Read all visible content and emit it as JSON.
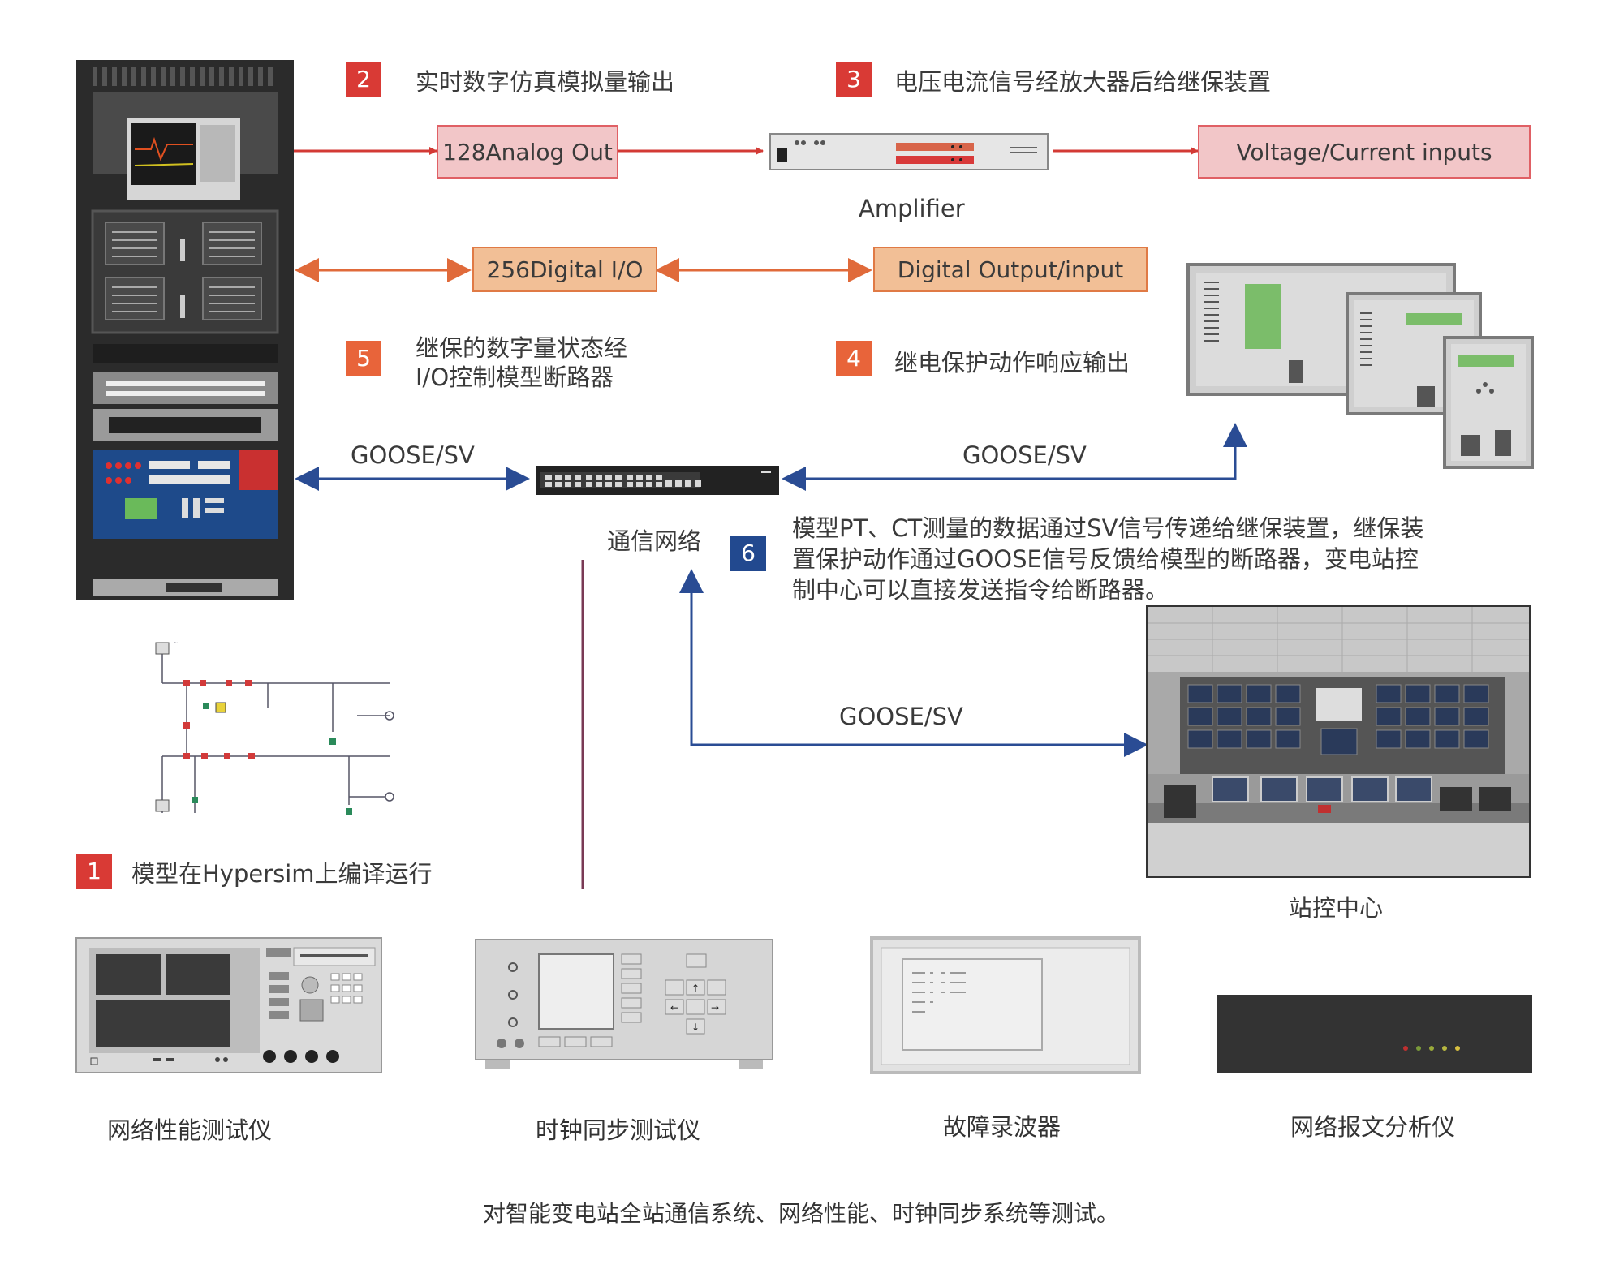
{
  "colors": {
    "step_red": "#d93a35",
    "step_orange": "#e8643a",
    "step_blue": "#22498f",
    "analog_box_fill": "#f2c6c8",
    "analog_box_border": "#e06065",
    "digital_box_fill": "#f2bf96",
    "digital_box_border": "#e07a45",
    "arrow_red": "#d33a35",
    "arrow_orange": "#e06a3a",
    "arrow_blue": "#2a4c94",
    "divider": "#7a3a55"
  },
  "steps": [
    {
      "num": "1",
      "text": "模型在Hypersim上编译运行",
      "color": "red"
    },
    {
      "num": "2",
      "text": "实时数字仿真模拟量输出",
      "color": "red"
    },
    {
      "num": "3",
      "text": "电压电流信号经放大器后给继保装置",
      "color": "red"
    },
    {
      "num": "4",
      "text": "继电保护动作响应输出",
      "color": "orange"
    },
    {
      "num": "5",
      "text_line1": "继保的数字量状态经",
      "text_line2": "I/O控制模型断路器",
      "color": "orange"
    },
    {
      "num": "6",
      "text_line1": "模型PT、CT测量的数据通过SV信号传递给继保装置，继保装",
      "text_line2": "置保护动作通过GOOSE信号反馈给模型的断路器，变电站控",
      "text_line3": "制中心可以直接发送指令给断路器。",
      "color": "blue"
    }
  ],
  "boxes": {
    "analog_out": "128Analog Out",
    "vc_inputs": "Voltage/Current inputs",
    "digital_io": "256Digital I/O",
    "digital_oi": "Digital Output/input"
  },
  "labels": {
    "amplifier": "Amplifier",
    "goose_left": "GOOSE/SV",
    "goose_right": "GOOSE/SV",
    "goose_bottom": "GOOSE/SV",
    "network": "通信网络",
    "control_center": "站控中心"
  },
  "instruments": [
    {
      "name": "网络性能测试仪",
      "icon": "network-performance-tester-icon"
    },
    {
      "name": "时钟同步测试仪",
      "icon": "clock-sync-tester-icon"
    },
    {
      "name": "故障录波器",
      "icon": "fault-recorder-icon"
    },
    {
      "name": "网络报文分析仪",
      "icon": "network-message-analyzer-icon"
    }
  ],
  "footer": "对智能变电站全站通信系统、网络性能、时钟同步系统等测试。"
}
